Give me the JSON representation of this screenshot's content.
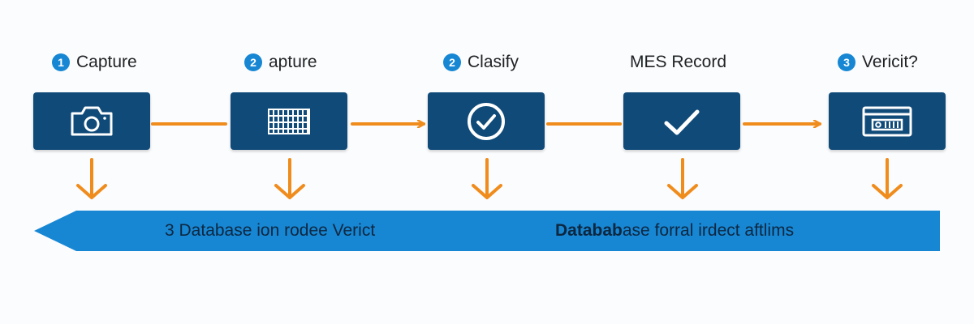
{
  "steps": [
    {
      "number": "1",
      "label": "Capture",
      "icon": "camera-icon"
    },
    {
      "number": "2",
      "label": "apture",
      "icon": "grid-icon"
    },
    {
      "number": "2",
      "label": "Clasify",
      "icon": "check-circle-icon"
    },
    {
      "number": "",
      "label": "MES Record",
      "icon": "checkmark-icon"
    },
    {
      "number": "3",
      "label": "Vericit?",
      "icon": "browser-window-icon"
    }
  ],
  "banner": {
    "left_text": "3 Database ion rodee Verict",
    "right_bold_text": "Databab",
    "right_text": "ase forral irdect aftlims"
  },
  "colors": {
    "box_fill": "#0f4a79",
    "connector_orange": "#f08c1c",
    "banner_blue": "#1787d4",
    "badge_blue": "#1787d4"
  }
}
